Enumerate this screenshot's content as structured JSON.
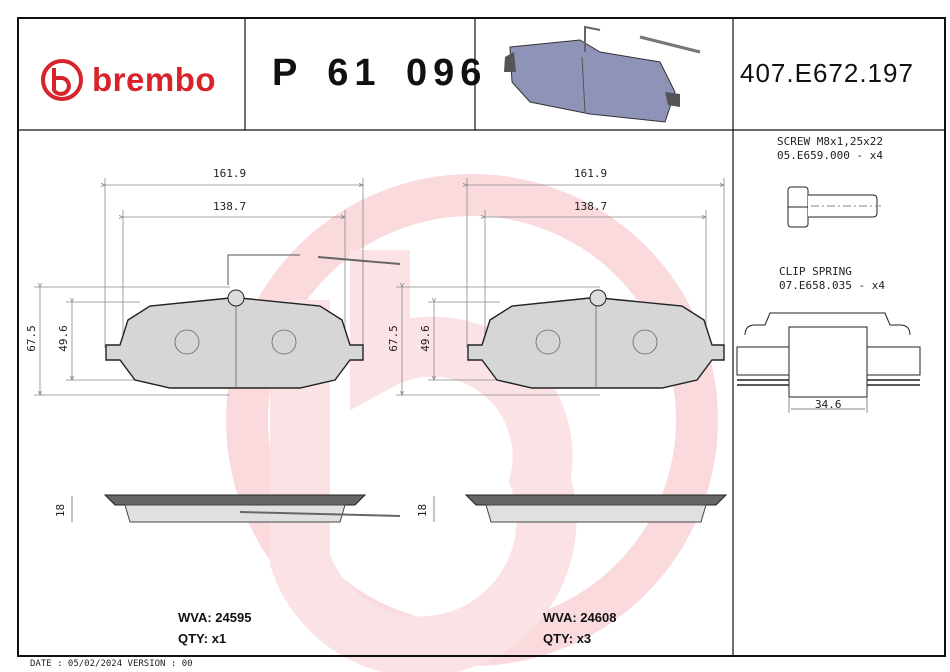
{
  "brand": {
    "name": "brembo",
    "color": "#d8232a"
  },
  "header": {
    "part_number": "P 61 096",
    "reference_code": "407.E672.197"
  },
  "drawings": {
    "left_view": {
      "width_outer": "161.9",
      "width_inner": "138.7",
      "height_outer": "67.5",
      "height_inner": "49.6",
      "thickness": "18"
    },
    "right_view": {
      "width_outer": "161.9",
      "width_inner": "138.7",
      "height_outer": "67.5",
      "height_inner": "49.6",
      "thickness": "18"
    }
  },
  "accessories": {
    "screw": {
      "name": "SCREW M8x1,25x22",
      "code": "05.E659.000 - x4"
    },
    "clip_spring": {
      "name": "CLIP SPRING",
      "code": "07.E658.035 - x4",
      "dimension": "34.6"
    }
  },
  "pads": [
    {
      "wva": "WVA: 24595",
      "qty": "QTY: x1"
    },
    {
      "wva": "WVA: 24608",
      "qty": "QTY: x3"
    }
  ],
  "footer": {
    "date_version": "DATE : 05/02/2024 VERSION : 00"
  }
}
